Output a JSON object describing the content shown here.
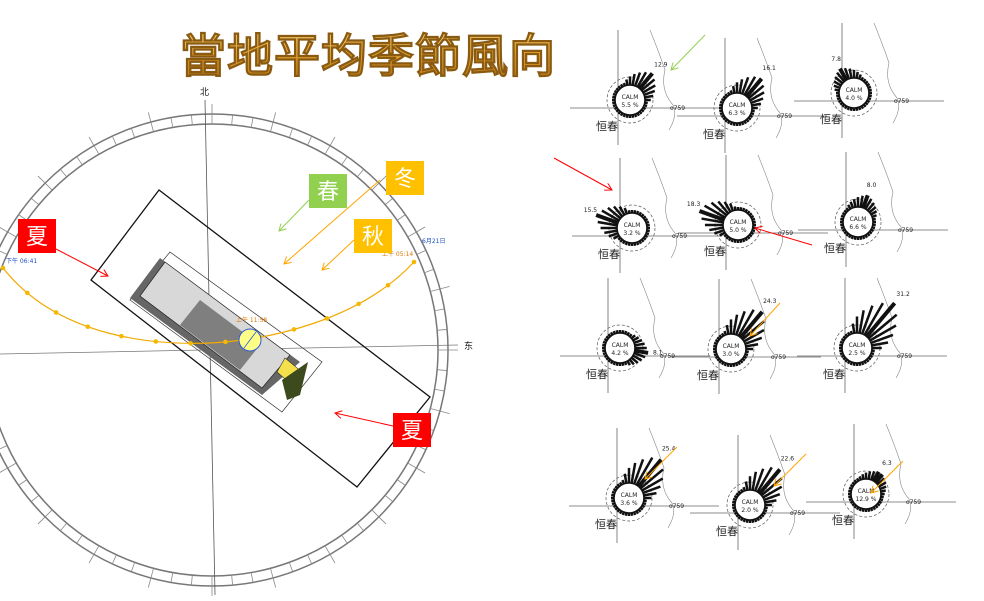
{
  "title": "當地平均季節風向",
  "compass": {
    "north": "北",
    "east": "东"
  },
  "sun_path": {
    "date_label": "6月21日",
    "sunrise_label": "上午 05:14",
    "sunset_label": "下午 06:41",
    "noon_label": "上午 11:58"
  },
  "seasons": [
    {
      "label": "春",
      "color": "#92d050"
    },
    {
      "label": "冬",
      "color": "#ffc000"
    },
    {
      "label": "秋",
      "color": "#ffc000"
    },
    {
      "label": "夏",
      "color": "#ff0000"
    },
    {
      "label": "夏",
      "color": "#ff0000"
    }
  ],
  "wind_roses": {
    "calm_label": "CALM",
    "station_label": "恒春",
    "ref_label": "o759",
    "panels": [
      {
        "calm": "5.5 %",
        "peak": "12.9",
        "dir_deg": 40
      },
      {
        "calm": "6.3 %",
        "peak": "16.1",
        "dir_deg": 38
      },
      {
        "calm": "4.0 %",
        "peak": "7.8",
        "dir_deg": 330
      },
      {
        "calm": "3.2 %",
        "peak": "15.5",
        "dir_deg": 290
      },
      {
        "calm": "5.0 %",
        "peak": "18.3",
        "dir_deg": 292
      },
      {
        "calm": "6.6 %",
        "peak": "8.0",
        "dir_deg": 20
      },
      {
        "calm": "4.2 %",
        "peak": "8.1",
        "dir_deg": 100
      },
      {
        "calm": "3.0 %",
        "peak": "24.3",
        "dir_deg": 38
      },
      {
        "calm": "2.5 %",
        "peak": "31.2",
        "dir_deg": 40
      },
      {
        "calm": "3.6 %",
        "peak": "25.4",
        "dir_deg": 38
      },
      {
        "calm": "2.0 %",
        "peak": "22.6",
        "dir_deg": 38
      },
      {
        "calm": "12.9 %",
        "peak": "6.3",
        "dir_deg": 35
      }
    ]
  }
}
